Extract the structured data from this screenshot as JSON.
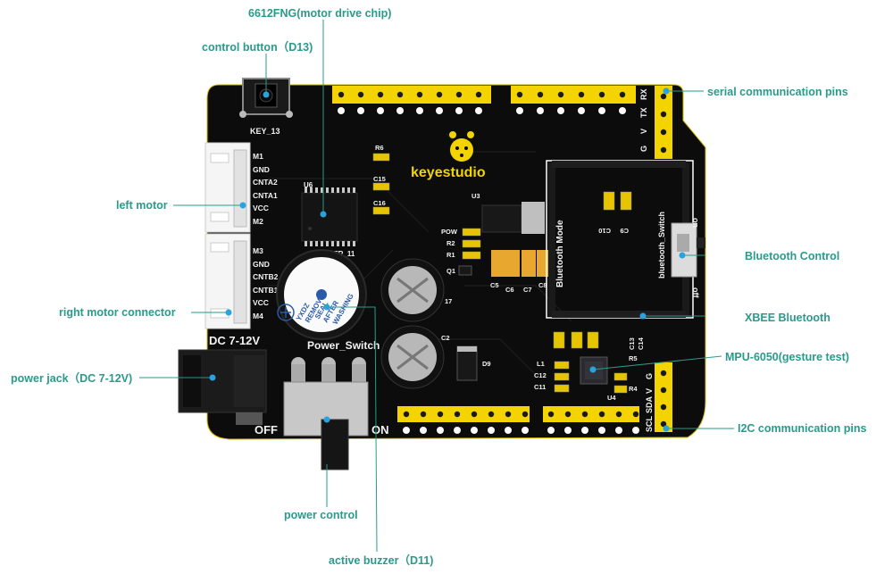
{
  "callouts": {
    "motor_chip": "6612FNG(motor drive chip)",
    "control_button": "control button（D13)",
    "serial": "serial communication pins",
    "left_motor": "left motor",
    "bluetooth_control": "Bluetooth Control",
    "right_motor": "right motor connector",
    "xbee": "XBEE Bluetooth",
    "mpu": "MPU-6050(gesture test)",
    "power_jack": "power jack（DC 7-12V)",
    "i2c": "I2C communication pins",
    "power_control": "power control",
    "buzzer": "active buzzer（D11)"
  },
  "board": {
    "brand": "keyestudio",
    "key_label": "KEY_13",
    "dc_label": "DC 7-12V",
    "power_switch_label": "Power_Switch",
    "off_label": "OFF",
    "on_label": "ON",
    "buzzer_label": "BUZZER_11",
    "bluetooth_mode": "Bluetooth Mode",
    "bluetooth_switch": "bluetooth_Switch",
    "bt_on": "on",
    "bt_off": "off",
    "left_pins": [
      "M1",
      "GND",
      "CNTA2",
      "CNTA1",
      "VCC",
      "M2"
    ],
    "right_pins": [
      "M3",
      "GND",
      "CNTB2",
      "CNTB1",
      "VCC",
      "M4"
    ],
    "serial_pins": [
      "G",
      "V",
      "TX",
      "RX"
    ],
    "i2c_pins": [
      "SCL",
      "SDA",
      "V",
      "G"
    ],
    "u6": "U6",
    "u3": "U3",
    "u4": "U4",
    "d9": "D9",
    "pow": "POW",
    "r1": "R1",
    "r2": "R2",
    "r4": "R4",
    "r5": "R5",
    "r6": "R6",
    "q1": "Q1",
    "c2": "C2",
    "c5": "C5",
    "c6": "C6",
    "c7": "C7",
    "c8": "C8",
    "c9": "C9",
    "c10": "C10",
    "c11": "C11",
    "c12": "C12",
    "c13": "C13",
    "c14": "C14",
    "c15": "C15",
    "c16": "C16",
    "c17": "17",
    "l1": "L1",
    "buzzer_text": [
      "YXDZ",
      "REMOVE",
      "SEAL",
      "AFTER",
      "WASHING"
    ]
  }
}
